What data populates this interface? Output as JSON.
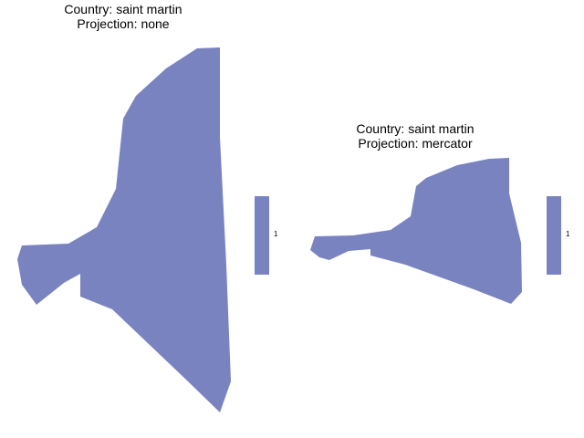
{
  "colors": {
    "fill": "#7983c0",
    "background": "#ffffff",
    "text": "#000000"
  },
  "panels": [
    {
      "country_line": "Country: saint martin",
      "projection_line": "Projection: none",
      "legend_value": "1"
    },
    {
      "country_line": "Country: saint martin",
      "projection_line": "Projection: mercator",
      "legend_value": "1"
    }
  ]
}
